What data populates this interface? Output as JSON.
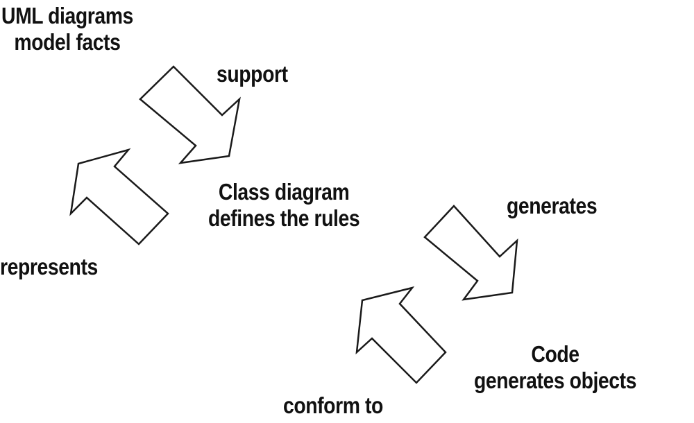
{
  "diagram": {
    "nodes": {
      "uml": {
        "line1": "UML diagrams",
        "line2": "model facts"
      },
      "class": {
        "line1": "Class diagram",
        "line2": "defines the rules"
      },
      "code": {
        "line1": "Code",
        "line2": "generates objects"
      }
    },
    "edges": {
      "support": "support",
      "represents": "represents",
      "generates": "generates",
      "conform_to": "conform to"
    },
    "colors": {
      "text": "#111111",
      "arrow_stroke": "#1a1a1a",
      "arrow_fill": "#ffffff",
      "background": "#ffffff"
    }
  }
}
